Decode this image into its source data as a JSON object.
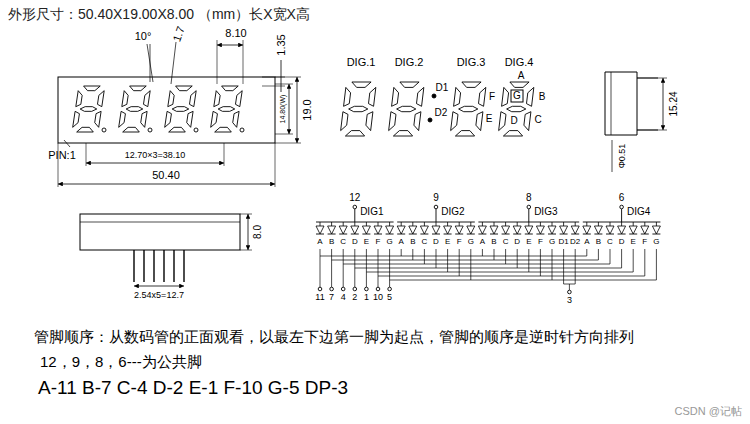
{
  "diagram": {
    "title": "外形尺寸：50.40X19.00X8.00 （mm）长X宽X高",
    "labels": [
      "10°",
      "1.7",
      "8.10",
      "1.35",
      "14.80(W)",
      "19.0",
      "PIN:1",
      "12.70×3=38.10",
      "50.40",
      "DIG.1",
      "DIG.2",
      "DIG.3",
      "DIG.4",
      "D1",
      "D2",
      "A",
      "B",
      "C",
      "D",
      "E",
      "F",
      "G",
      "15.24",
      "Φ0.51",
      "8.0",
      "2.54x5=12.7",
      "12",
      "DIG1",
      "9",
      "DIG2",
      "8",
      "DIG3",
      "6",
      "DIG4",
      "A",
      "B",
      "C",
      "D",
      "E",
      "F",
      "G",
      "A",
      "B",
      "C",
      "D",
      "E",
      "F",
      "G",
      "A",
      "B",
      "C",
      "D",
      "E",
      "F",
      "G",
      "D1",
      "D2",
      "A",
      "B",
      "C",
      "D",
      "E",
      "F",
      "G",
      "11",
      "7",
      "4",
      "2",
      "1",
      "10",
      "5",
      "3",
      "管脚顺序：从数码管的正面观看，以最左下边第一脚为起点，管脚的顺序是逆时针方向排列",
      "12，9，8，6---为公共脚",
      "A-11 B-7 C-4 D-2 E-1 F-10 G-5 DP-3",
      "CSDN @记帖"
    ]
  }
}
